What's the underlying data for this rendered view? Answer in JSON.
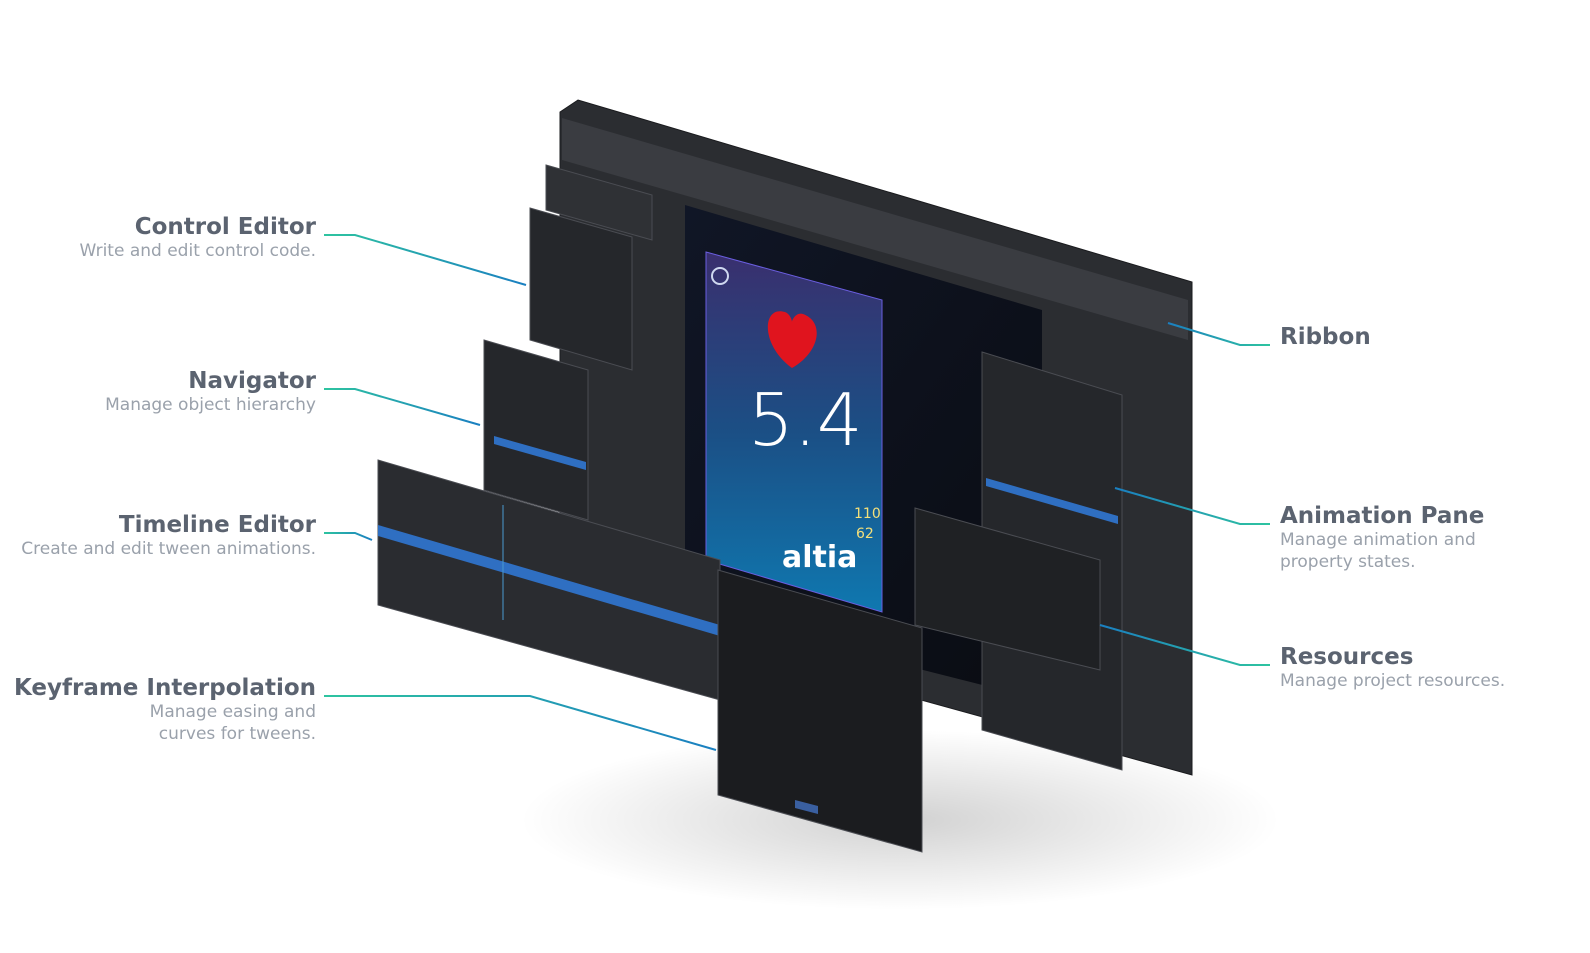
{
  "labels": {
    "control_editor": {
      "title": "Control Editor",
      "desc": "Write and edit control code."
    },
    "navigator": {
      "title": "Navigator",
      "desc": "Manage object hierarchy"
    },
    "timeline_editor": {
      "title": "Timeline Editor",
      "desc": "Create and edit tween animations."
    },
    "keyframe_interpolation": {
      "title": "Keyframe Interpolation",
      "desc1": "Manage easing and",
      "desc2": "curves for tweens."
    },
    "ribbon": {
      "title": "Ribbon"
    },
    "animation_pane": {
      "title": "Animation Pane",
      "desc1": "Manage animation and",
      "desc2": "property states."
    },
    "resources": {
      "title": "Resources",
      "desc": "Manage project resources."
    }
  },
  "display": {
    "value": "5.4",
    "high": "110",
    "low": "62",
    "brand": "altia",
    "icon": "heart-icon"
  },
  "colors": {
    "leader_start": "#2ec4a0",
    "leader_end": "#1a7fc1",
    "panel": "#2b2d31",
    "display_top": "#3a2f6e",
    "display_bottom": "#0f78b0",
    "readout": "#f5e07a"
  }
}
